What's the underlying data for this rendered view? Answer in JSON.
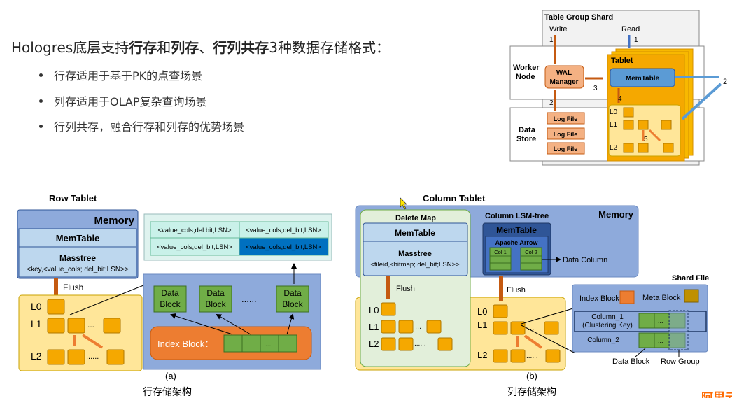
{
  "heading": {
    "prefix": "Hologres底层支持",
    "row": "行存",
    "and": "和",
    "col": "列存",
    "sep": "、",
    "mixed": "行列共存",
    "suffix": "3种数据存储格式："
  },
  "bullets": [
    "行存适用于基于PK的点查场景",
    "列存适用于OLAP复杂查询场景",
    "行列共存，融合行存和列存的优势场景"
  ],
  "shard": {
    "title": "Table Group Shard",
    "write": "Write",
    "read": "Read",
    "worker_node": [
      "Worker",
      "Node"
    ],
    "data_store": [
      "Data",
      "Store"
    ],
    "wal": [
      "WAL",
      "Manager"
    ],
    "tablet": "Tablet",
    "memtable": "MemTable",
    "log_file": "Log File",
    "steps": [
      "1",
      "1",
      "2",
      "3",
      "4",
      "2",
      "5"
    ],
    "levels": [
      "L0",
      "L1",
      "L2"
    ],
    "dots": "......"
  },
  "row_tablet": {
    "title": "Row Tablet",
    "memory": "Memory",
    "memtable": "MemTable",
    "masstree": "Masstree",
    "masstree_key": "<key,<value_cols; del_bit;LSN>>",
    "cells": [
      "<value_cols;del bit;LSN>",
      "<value_cols;del_bit;LSN>",
      "<value_cols;del_bit;LSN>",
      "<value_cols;del_bit;LSN>"
    ],
    "flush": "Flush",
    "levels": [
      "L0",
      "L1",
      "L2"
    ],
    "dots": "...",
    "dots2": "......",
    "data_block": [
      "Data",
      "Block"
    ],
    "block_dots": "......",
    "index_block": "Index Block：",
    "index_dots": "...",
    "caption_letter": "(a)",
    "caption": "行存储架构"
  },
  "col_tablet": {
    "title": "Column Tablet",
    "memory": "Memory",
    "delete_map": "Delete Map",
    "memtable": "MemTable",
    "masstree": "Masstree",
    "masstree_key": "<fileid,<bitmap; del_bit;LSN>>",
    "lsm": "Column LSM-tree",
    "memtable2": "MemTable",
    "apache_arrow": "Apache Arrow",
    "col1": "Col 1",
    "col2": "Col 2",
    "data_column": "Data Column",
    "flush": "Flush",
    "levels": [
      "L0",
      "L1",
      "L2"
    ],
    "dots": "...",
    "dots2": "......",
    "shard_file": "Shard File",
    "index_block": "Index Block",
    "meta_block": "Meta Block",
    "column_1": "Column_1",
    "clustering_key": "(Clustering Key)",
    "column_2": "Column_2",
    "data_block": "Data Block",
    "row_group": "Row Group",
    "caption_letter": "(b)",
    "caption": "列存储架构"
  },
  "watermark": "阿里云",
  "colors": {
    "orange_block": "#f5a800",
    "memory_blue": "#8eaadb",
    "memtable_blue": "#9dc3e6",
    "level_yellow": "#ffe699",
    "dark_blue": "#2f5597",
    "green": "#70ad47",
    "light_green": "#e2efda",
    "teal": "#dff3ef",
    "highlight": "#0070c0",
    "wal_orange": "#f4b183",
    "index_orange": "#ed7d31"
  }
}
